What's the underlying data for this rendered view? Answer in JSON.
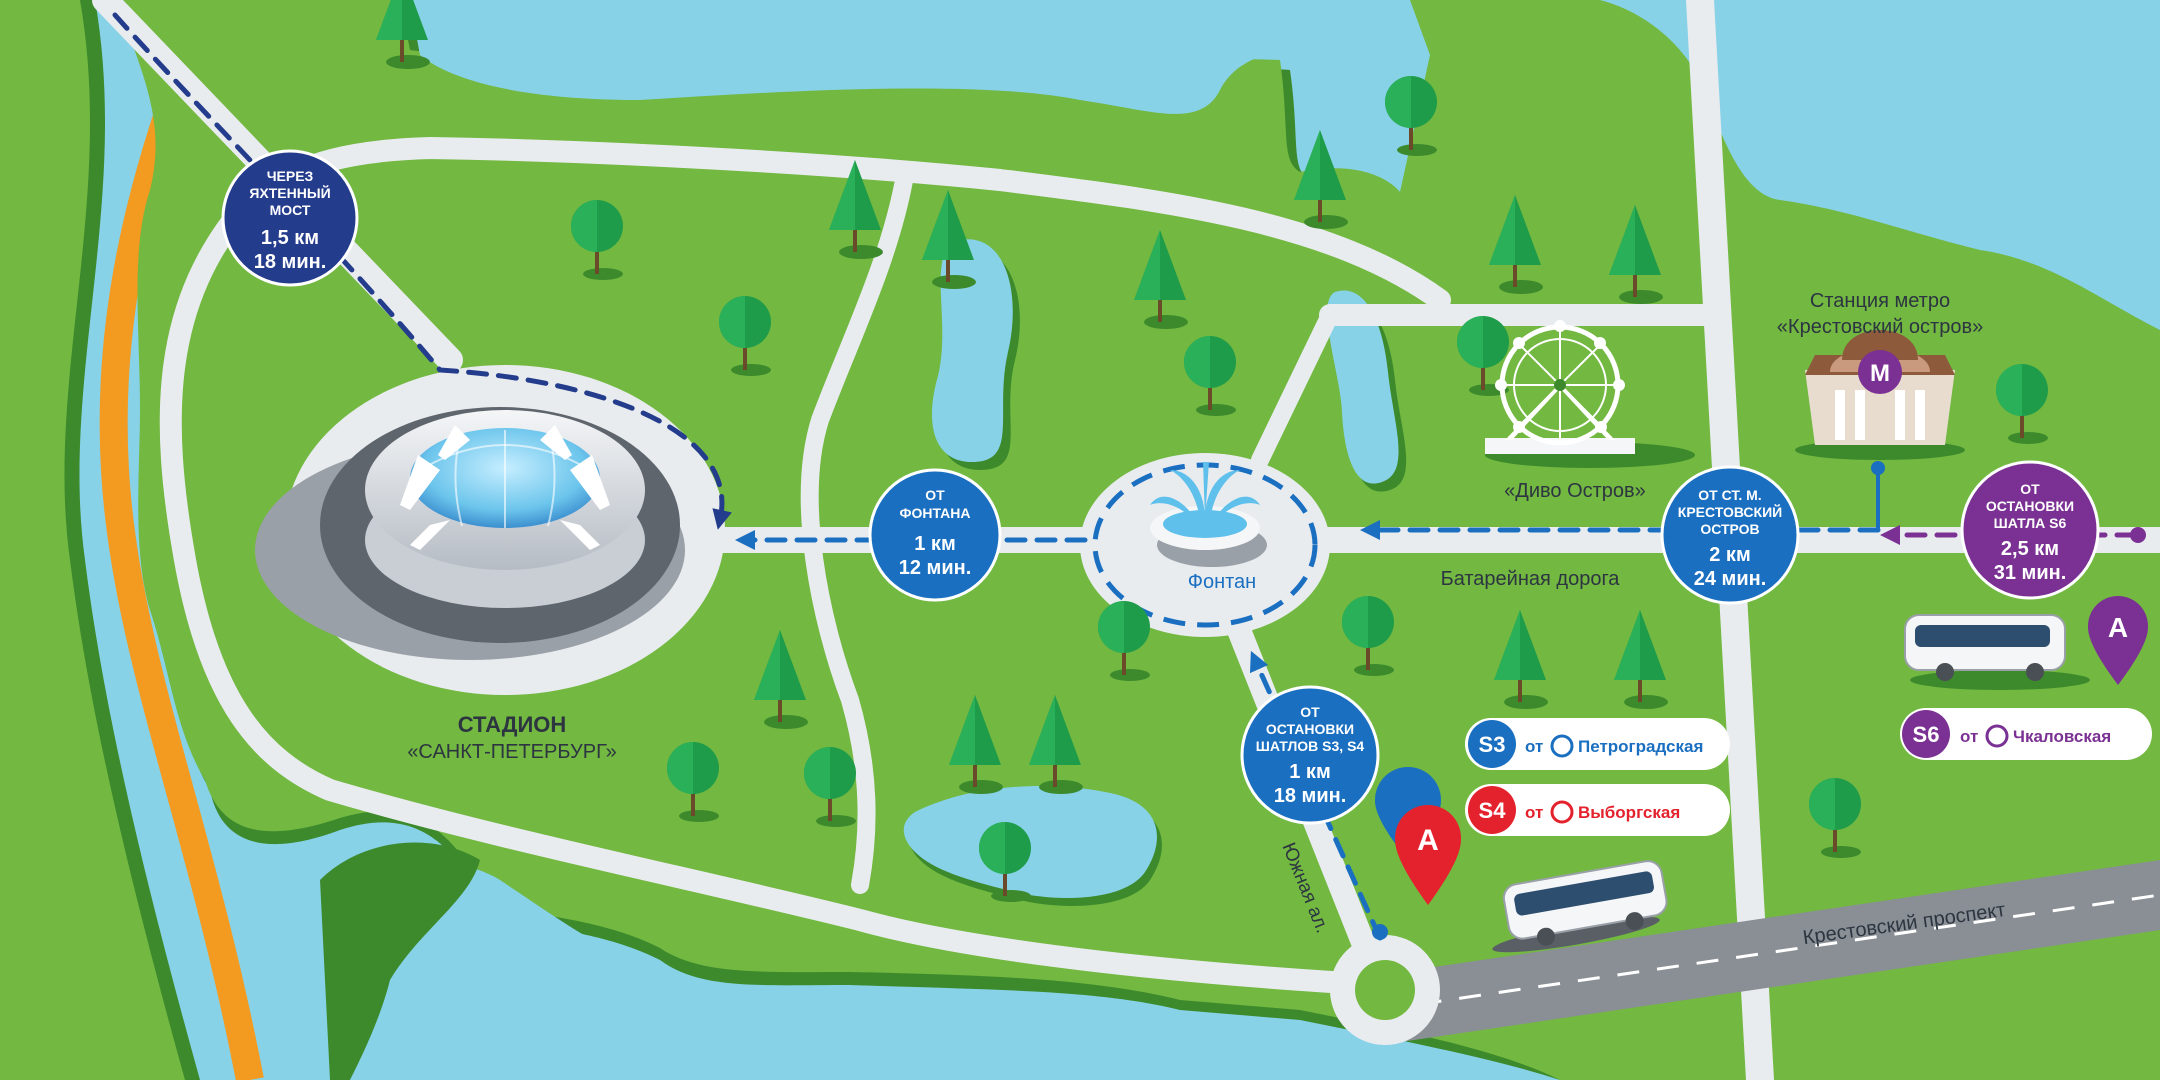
{
  "stadium": {
    "title": "СТАДИОН",
    "subtitle": "«САНКТ-ПЕТЕРБУРГ»"
  },
  "fountain": {
    "label": "Фонтан"
  },
  "metro": {
    "line1": "Станция метро",
    "line2": "«Крестовский остров»",
    "icon": "metro-m-icon"
  },
  "ferris_wheel": {
    "label": "«Диво Остров»"
  },
  "roads": {
    "batareynaya": "Батарейная дорога",
    "yuzhnaya": "Южная ал.",
    "krestovsky": "Крестовский проспект"
  },
  "markers": {
    "bridge": {
      "l1": "ЧЕРЕЗ",
      "l2": "ЯХТЕННЫЙ",
      "l3": "МОСТ",
      "dist": "1,5 км",
      "time": "18 мин."
    },
    "fountain_route": {
      "l1": "ОТ",
      "l2": "ФОНТАНА",
      "dist": "1 км",
      "time": "12 мин."
    },
    "metro_route": {
      "l1": "ОТ СТ. М.",
      "l2": "КРЕСТОВСКИЙ",
      "l3": "ОСТРОВ",
      "dist": "2 км",
      "time": "24 мин."
    },
    "shuttle_s6": {
      "l1": "ОТ",
      "l2": "ОСТАНОВКИ",
      "l3": "ШАТЛА S6",
      "dist": "2,5 км",
      "time": "31 мин."
    },
    "shuttle_s3s4": {
      "l1": "ОТ",
      "l2": "ОСТАНОВКИ",
      "l3": "ШАТЛОВ S3, S4",
      "dist": "1 км",
      "time": "18 мин."
    }
  },
  "shuttles": [
    {
      "code": "S3",
      "from": "от",
      "station": "Петроградская",
      "color": "#1a6fc1"
    },
    {
      "code": "S4",
      "from": "от",
      "station": "Выборгская",
      "color": "#e4222d"
    },
    {
      "code": "S6",
      "from": "от",
      "station": "Чкаловская",
      "color": "#7b3193"
    }
  ],
  "stop_pins": {
    "letter": "А"
  },
  "colors": {
    "water": "#88d2e8",
    "land": "#72b841",
    "land_shadow": "#3c8a2c",
    "road": "#e9ecef",
    "river_road": "#f39a21",
    "route_blue": "#1a6fc1",
    "marker_dark": "#243c8c",
    "route_purple": "#7b3193"
  }
}
